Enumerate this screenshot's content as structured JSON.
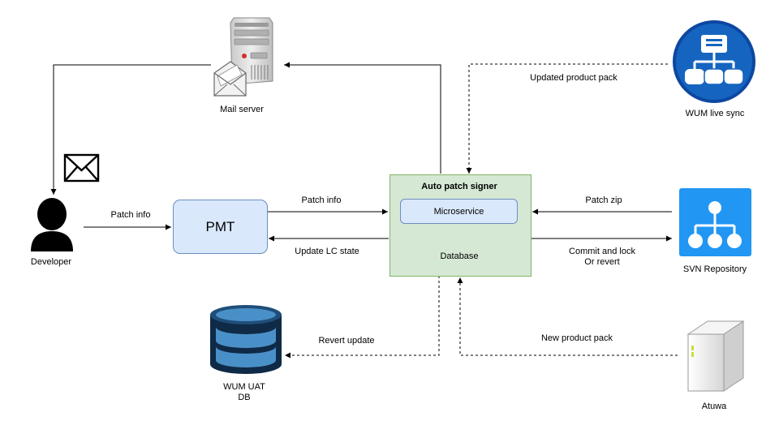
{
  "nodes": {
    "mail_server": "Mail server",
    "wum_live_sync": "WUM live sync",
    "developer": "Developer",
    "pmt": "PMT",
    "auto_patch_signer": "Auto patch signer",
    "microservice": "Microservice",
    "database": "Database",
    "svn_repository": "SVN Repository",
    "wum_uat_db_line1": "WUM UAT",
    "wum_uat_db_line2": "DB",
    "atuwa": "Atuwa"
  },
  "edges": {
    "updated_product_pack": "Updated product pack",
    "patch_info_dev": "Patch info",
    "patch_info_pmt": "Patch info",
    "update_lc_state": "Update LC state",
    "patch_zip": "Patch zip",
    "commit_and_lock": "Commit and lock",
    "or_revert": "Or revert",
    "revert_update": "Revert update",
    "new_product_pack": "New product pack"
  },
  "colors": {
    "pmt_fill": "#dae8fc",
    "pmt_stroke": "#6c8ebf",
    "signer_fill": "#d5e8d4",
    "signer_stroke": "#82b366",
    "wum_live_sync_blue": "#1565c0",
    "svn_blue": "#2196f3",
    "db_blue": "#1f4e79"
  },
  "icons": {
    "mail_server": "server-with-envelope-icon",
    "envelope": "envelope-icon",
    "developer": "user-icon",
    "wum_live_sync": "network-hierarchy-icon",
    "svn_repository": "repository-tree-icon",
    "wum_uat_db": "database-stack-icon",
    "atuwa": "server-box-icon"
  }
}
